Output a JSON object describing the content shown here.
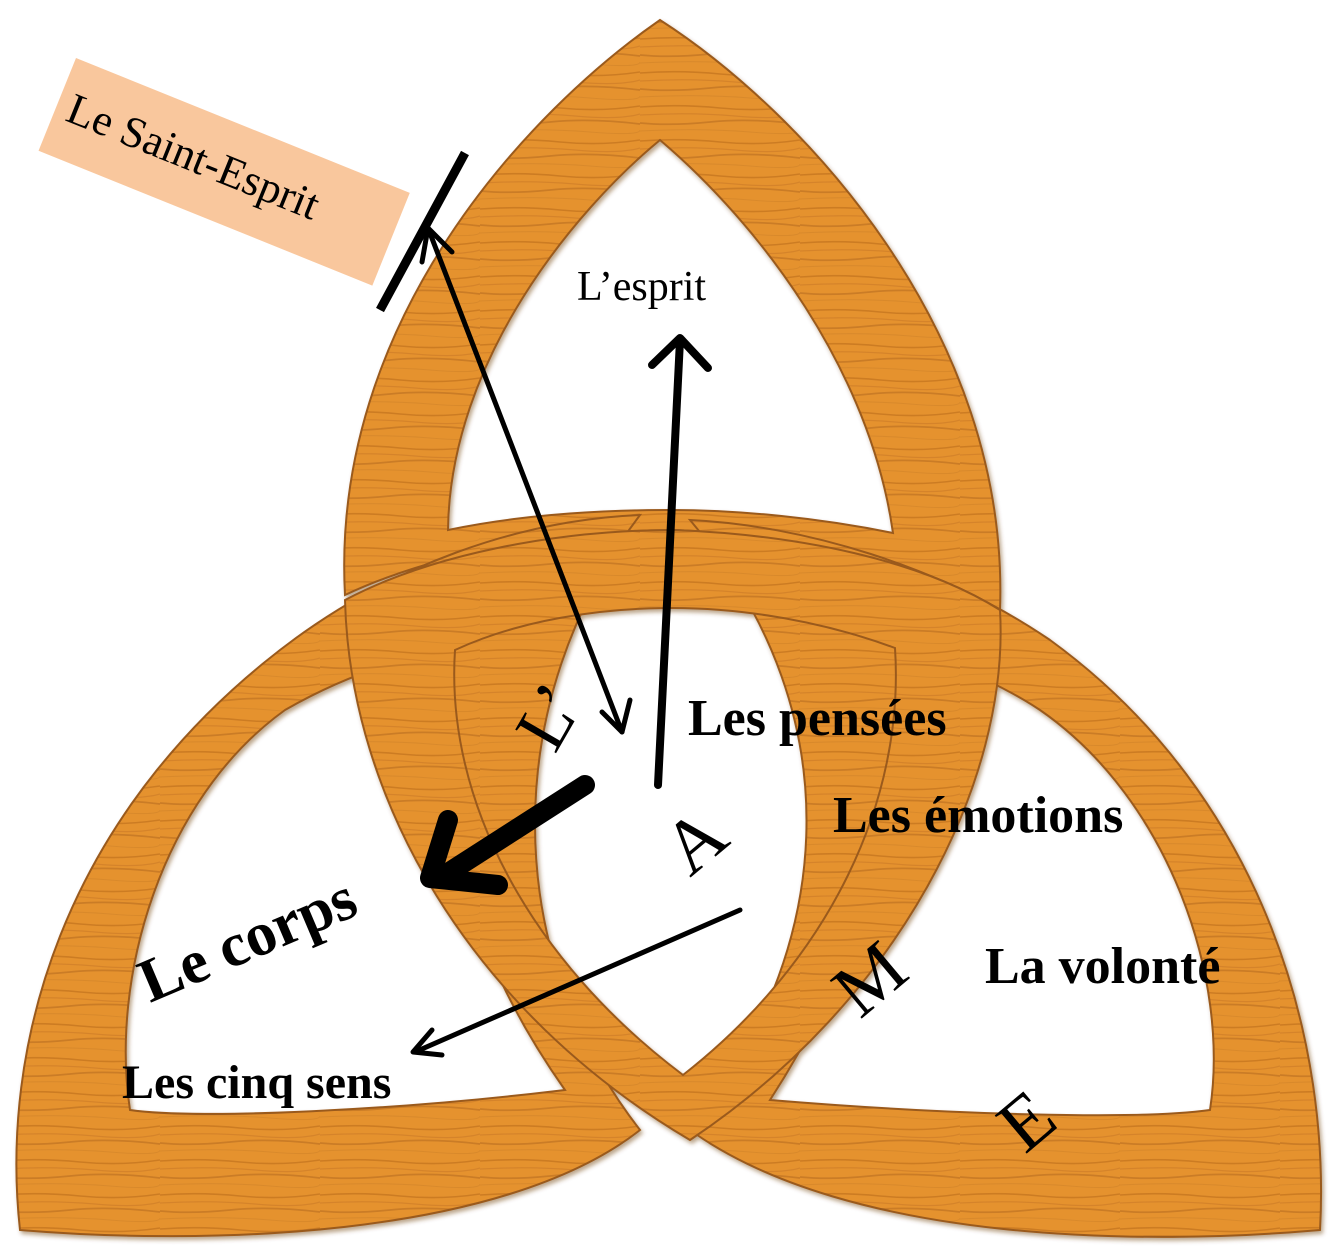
{
  "colors": {
    "wood_light": "#E5922F",
    "wood_dark": "#B8681C",
    "wood_edge": "#9A5A1E",
    "label_box": "#F9C79D",
    "ink": "#000000"
  },
  "labels": {
    "saint_esprit": "Le Saint-Esprit",
    "esprit": "L’esprit",
    "pensees": "Les pensées",
    "emotions": "Les émotions",
    "volonte": "La volonté",
    "corps": "Le corps",
    "cinq_sens": "Les cinq sens"
  },
  "ame_letters": {
    "l": "L’",
    "a": "A",
    "m": "M",
    "e": "E"
  }
}
